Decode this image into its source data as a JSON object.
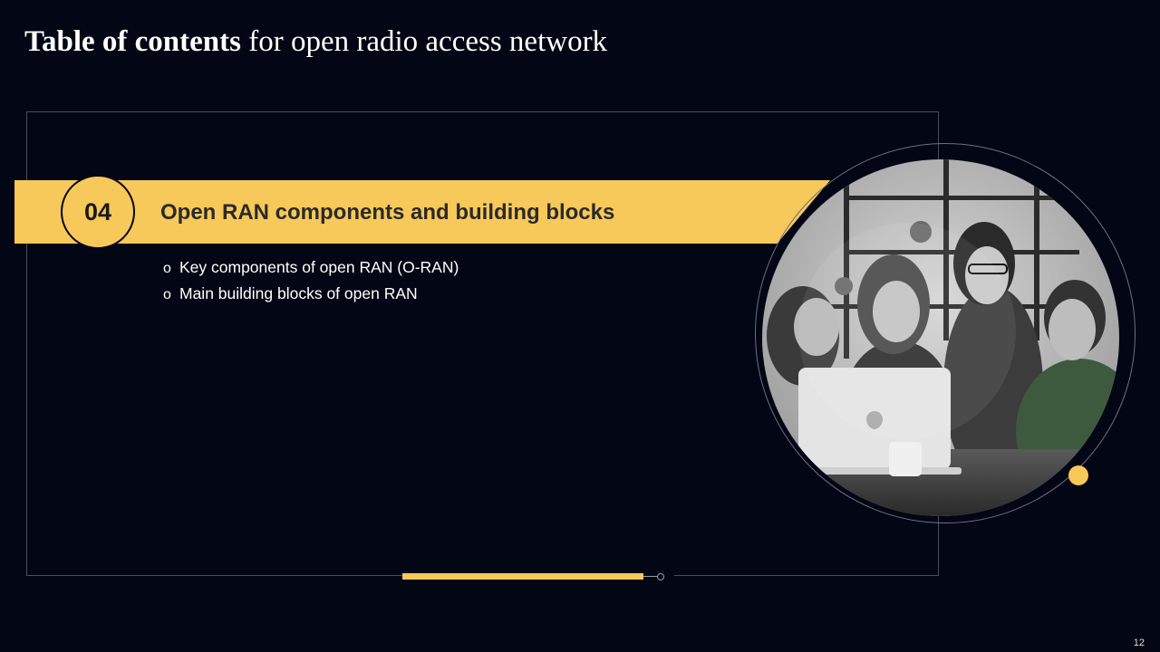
{
  "slide": {
    "title_bold": "Table of contents",
    "title_rest": "for open radio access network",
    "section": {
      "number": "04",
      "title": "Open RAN components and building blocks",
      "items": [
        "Key components of open RAN (O-RAN)",
        "Main building blocks of open RAN"
      ]
    },
    "bullet_mark": "o",
    "photo_icon": "team-laptop-photo",
    "page_number": "12"
  },
  "colors": {
    "background": "#030614",
    "accent": "#f7c85a",
    "text": "#ffffff"
  }
}
